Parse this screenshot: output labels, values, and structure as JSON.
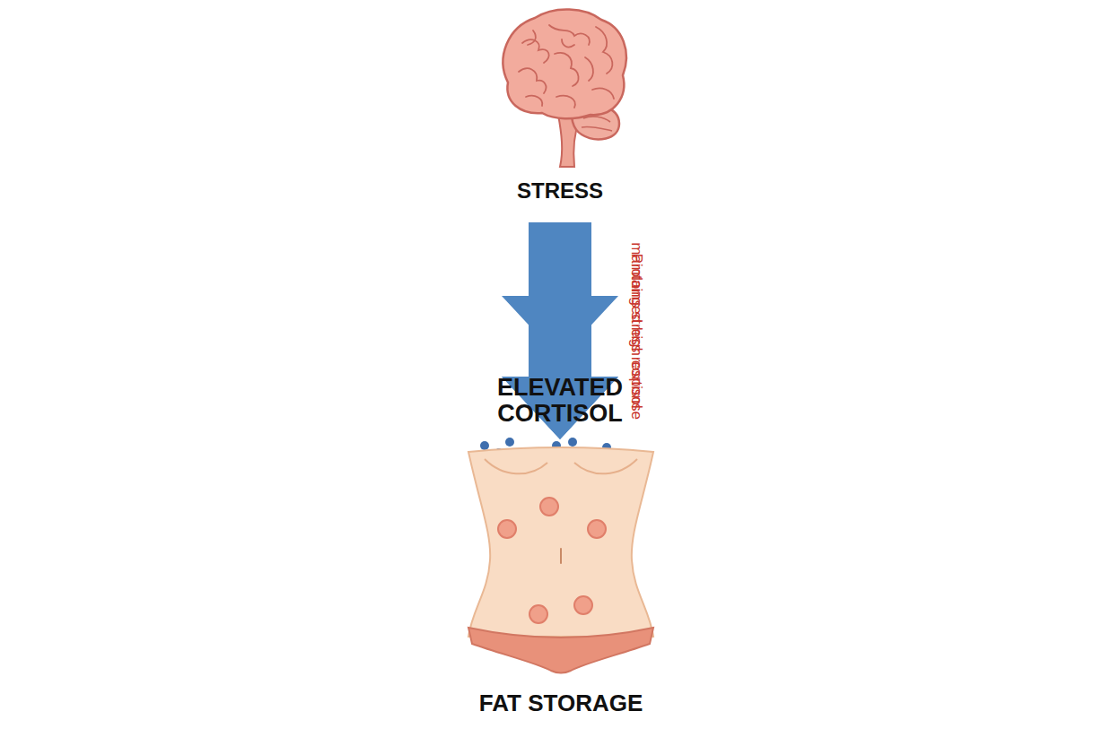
{
  "diagram": {
    "nodes": [
      {
        "text": [
          "STRESS"
        ]
      },
      {
        "text": [
          "ELEVATED CORTISOL"
        ]
      },
      {
        "text": [
          "FAT STORAGE"
        ]
      }
    ],
    "edges": [
      {
        "from": 0,
        "to": 1,
        "arrow": "to"
      },
      {
        "from": 0,
        "to": 2,
        "label": "Prolonged high cortisol",
        "arrow": "to"
      },
      {
        "from": 0,
        "to": 2,
        "label": "maintains stress response",
        "arrow": "to"
      }
    ]
  }
}
